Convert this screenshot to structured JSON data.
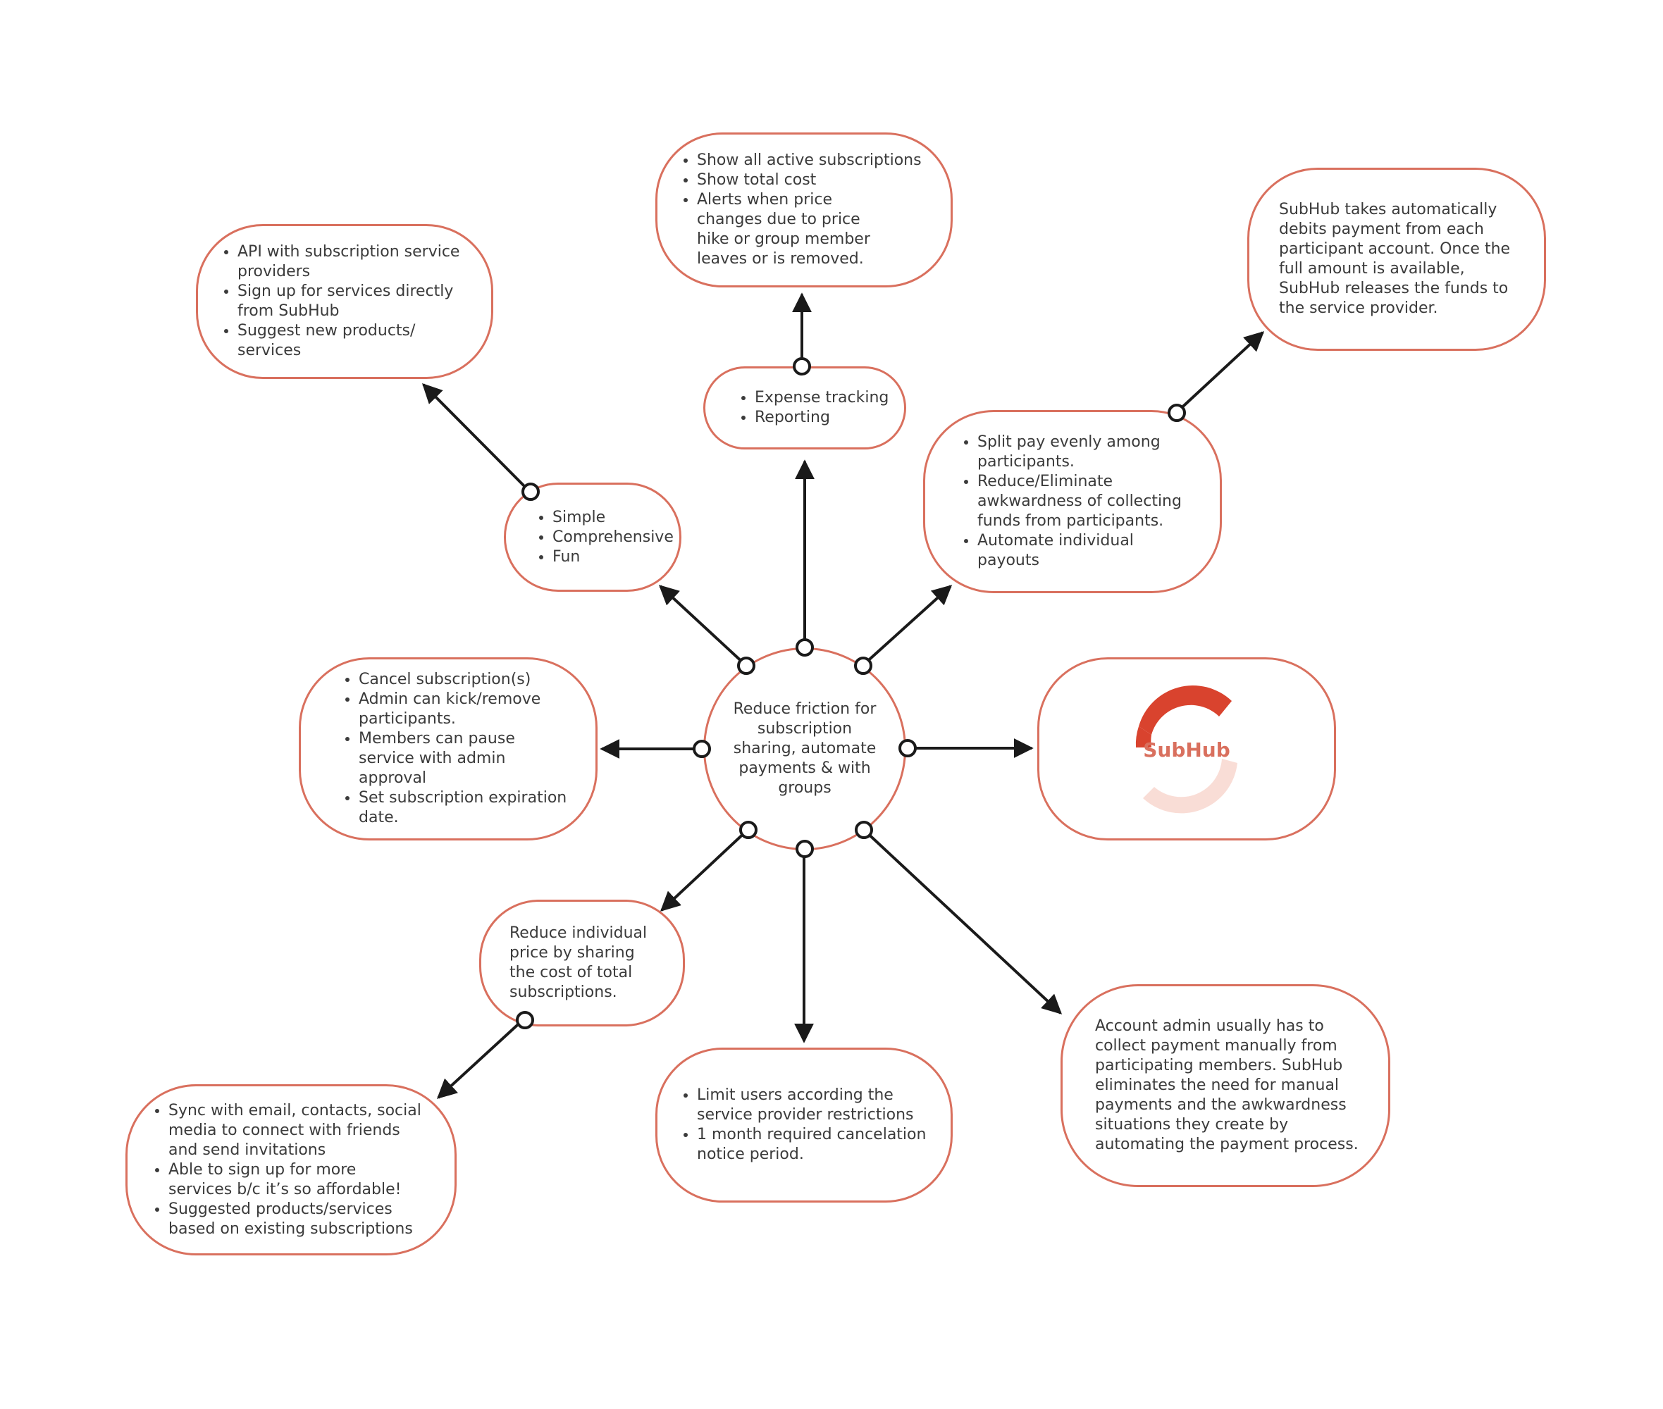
{
  "colors": {
    "border": "#d9705e",
    "arrow": "#1a1a1a",
    "text": "#3b3b3b",
    "logo_dark": "#d9432e",
    "logo_light": "#f9ddd6"
  },
  "center": {
    "text": "Reduce friction for subscription sharing, automate payments & with groups"
  },
  "nodes": {
    "top_features": {
      "items": [
        "Show all active subscriptions",
        "Show total cost",
        "Alerts when price changes due to price hike or group member leaves or is removed."
      ]
    },
    "api": {
      "items": [
        "API with subscription service providers",
        "Sign up for services directly from SubHub",
        "Suggest new products/ services"
      ]
    },
    "payment_release": {
      "text": "SubHub takes automatically debits payment from each participant account. Once the full amount is available, SubHub releases the funds to the service provider."
    },
    "expense": {
      "items": [
        "Expense tracking",
        "Reporting"
      ]
    },
    "simple": {
      "items": [
        "Simple",
        "Comprehensive",
        "Fun"
      ]
    },
    "split": {
      "items": [
        "Split pay evenly among participants.",
        "Reduce/Eliminate awkwardness of collecting funds from participants.",
        "Automate individual payouts"
      ]
    },
    "cancel": {
      "items": [
        "Cancel subscription(s)",
        "Admin can kick/remove participants.",
        "Members can pause service with admin approval",
        "Set subscription expiration date."
      ]
    },
    "logo": {
      "text": "SubHub"
    },
    "reduce_price": {
      "text": "Reduce individual price by sharing the cost of total subscriptions."
    },
    "account_admin": {
      "text": "Account admin usually has to collect payment manually from participating members. SubHub eliminates the need for manual payments and the awkwardness situations they create by automating the payment process."
    },
    "limit": {
      "items": [
        "Limit users according the service provider restrictions",
        "1 month required cancelation notice period."
      ]
    },
    "sync": {
      "items": [
        "Sync with email, contacts, social media to connect with friends and send invitations",
        "Able to sign up for more services b/c it’s so affordable!",
        "Suggested products/services based on existing subscriptions"
      ]
    }
  }
}
